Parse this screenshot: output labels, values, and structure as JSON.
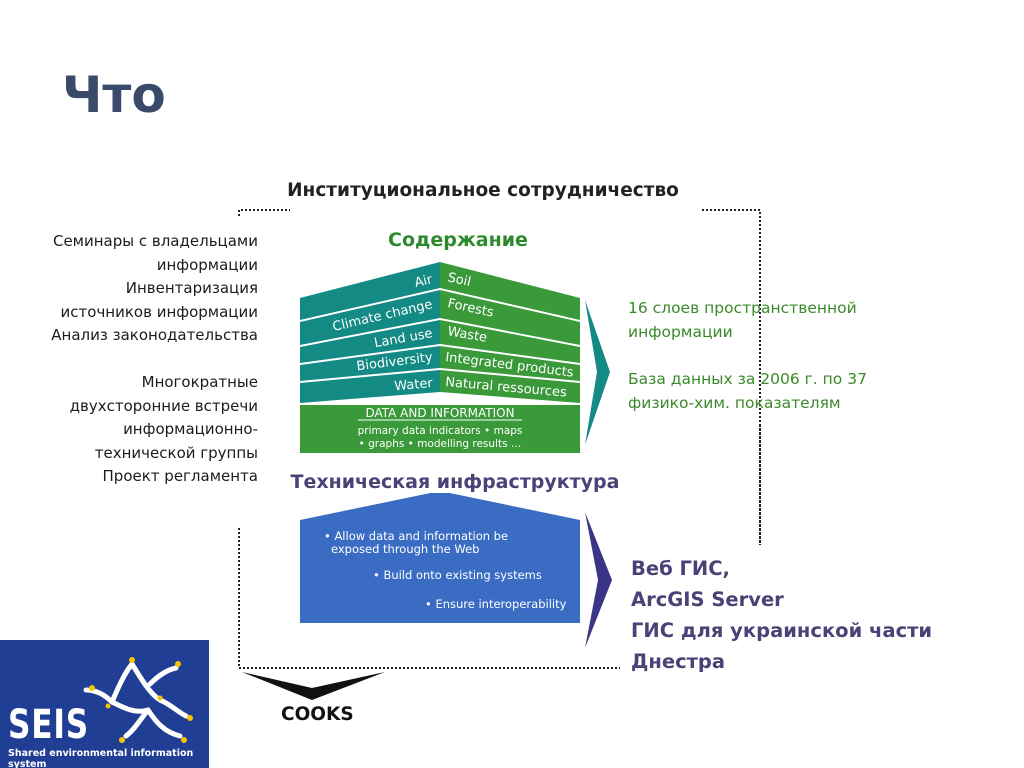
{
  "title": "Что",
  "institutional": {
    "heading": "Институциональное сотрудничество",
    "left_items": [
      "Семинары с владельцами",
      "информации",
      "Инвентаризация",
      "источников информации",
      "Анализ законодательства",
      "Многократные",
      "двухсторонние встречи",
      "информационно-",
      "технической группы",
      "Проект регламента"
    ]
  },
  "content": {
    "heading": "Содержание",
    "left_layers": [
      "Air",
      "Climate change",
      "Land use",
      "Biodiversity",
      "Water"
    ],
    "right_layers": [
      "Soil",
      "Forests",
      "Waste",
      "Integrated products",
      "Natural ressources"
    ],
    "base_title": "DATA AND INFORMATION",
    "base_line1": "primary data indicators • maps",
    "base_line2": "• graphs • modelling results …",
    "right_text": [
      "16 слоев пространственной",
      "информации",
      "База данных за 2006 г. по 37",
      "физико-хим. показателям"
    ]
  },
  "technical": {
    "heading": "Техническая инфраструктура",
    "bullets": [
      "• Allow data and information be",
      "exposed through the Web",
      "• Build onto existing systems",
      "• Ensure interoperability"
    ],
    "right_text": [
      "Веб ГИС,",
      "ArcGIS Server",
      "ГИС для украинской части",
      "Днестра"
    ]
  },
  "cooks_label": "COOKS",
  "logo": {
    "word": "SEIS",
    "subtitle": "Shared environmental information system"
  },
  "colors": {
    "title": "#3a4a6b",
    "teal": "#138a84",
    "green": "#3a9a3a",
    "blue": "#3a6cc4",
    "navy": "#3b3585",
    "logo_bg": "#1f3e94"
  }
}
